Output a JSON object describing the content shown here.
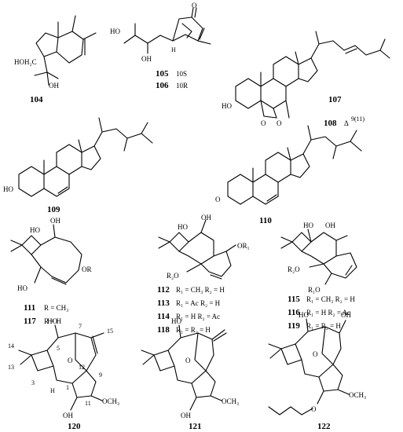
{
  "compounds": {
    "c104": {
      "number": "104",
      "labels": {
        "hoh2c": "HOH₂C",
        "oh": "OH"
      }
    },
    "c105_106": {
      "n105": "105",
      "n106": "106",
      "cfg105": "10S",
      "cfg106": "10R",
      "labels": {
        "ho": "HO",
        "oh": "OH",
        "o": "O",
        "h": "H"
      }
    },
    "c107_108": {
      "n107": "107",
      "n108": "108",
      "delta": "Δ",
      "delta_sup": "9(11)",
      "labels": {
        "ho": "HO",
        "o1": "O",
        "o2": "O"
      }
    },
    "c109": {
      "number": "109",
      "labels": {
        "ho": "HO"
      }
    },
    "c110": {
      "number": "110",
      "labels": {
        "o": "O"
      }
    },
    "c111_117": {
      "n111": "111",
      "n117": "117",
      "r111": "R = CH₃",
      "r117": "R = H",
      "labels": {
        "ho_top": "HO",
        "oh": "OH",
        "or": "OR",
        "ho_bottom": "HO"
      }
    },
    "c112_114_118": {
      "labels": {
        "ho": "HO",
        "oh": "OH",
        "r2o": "R₂O",
        "or1": "OR₁"
      },
      "rows": [
        {
          "n": "112",
          "r": "R₁ = CH₃   R₂ = H"
        },
        {
          "n": "113",
          "r": "R₁ = Ac   R₂ = H"
        },
        {
          "n": "114",
          "r": "R₁ = H   R₂ = Ac"
        },
        {
          "n": "118",
          "r": "R₁ = R₂ = H"
        }
      ]
    },
    "c115_116_119": {
      "labels": {
        "ho": "HO",
        "oh": "OH",
        "r2o": "R₂O",
        "r1o": "R₁O"
      },
      "rows": [
        {
          "n": "115",
          "r": "R₁ = CH₃   R₂ = H"
        },
        {
          "n": "116",
          "r": "R₁ = H   R₂ = Ac"
        },
        {
          "n": "119",
          "r": "R₁ = R₂ = H"
        }
      ]
    },
    "c120": {
      "number": "120",
      "labels": {
        "ho": "HO",
        "o": "O",
        "h": "H",
        "och3": "OCH₃",
        "oh": "OH",
        "l14": "14",
        "l13": "13",
        "l7": "7",
        "l15": "15",
        "l12": "12",
        "l9": "9",
        "l3": "3",
        "l1": "1",
        "l11": "11",
        "l5": "5"
      }
    },
    "c121": {
      "number": "121",
      "labels": {
        "ho": "HO",
        "o": "O",
        "och3": "OCH₃",
        "oh": "OH"
      }
    },
    "c122": {
      "number": "122",
      "labels": {
        "ho": "HO",
        "oh": "OH",
        "o": "O",
        "och3": "OCH₃",
        "o_ether": "O"
      }
    }
  }
}
